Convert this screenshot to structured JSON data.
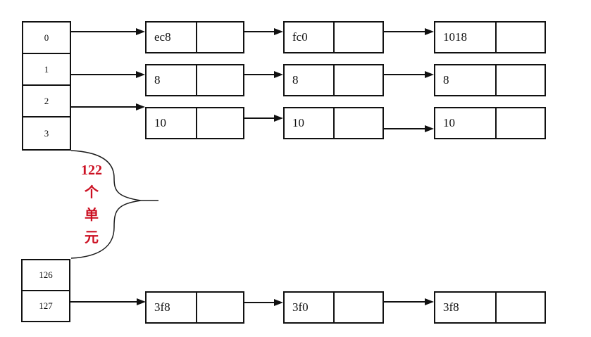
{
  "colors": {
    "background": "#ffffff",
    "line": "#111111",
    "annotation_red": "#cc1022"
  },
  "index_array_top": {
    "cells": [
      "0",
      "1",
      "2",
      "3"
    ]
  },
  "index_array_bottom": {
    "cells": [
      "126",
      "127"
    ]
  },
  "annotation": {
    "lines": [
      "122",
      "个",
      "单",
      "元"
    ]
  },
  "lists": [
    {
      "bin": "0",
      "nodes": [
        {
          "value": "ec8"
        },
        {
          "value": "fc0"
        },
        {
          "value": "1018"
        }
      ]
    },
    {
      "bin": "1",
      "nodes": [
        {
          "value": "8"
        },
        {
          "value": "8"
        },
        {
          "value": "8"
        }
      ]
    },
    {
      "bin": "2",
      "nodes": [
        {
          "value": "10"
        },
        {
          "value": "10"
        },
        {
          "value": "10"
        }
      ]
    },
    {
      "bin": "127",
      "nodes": [
        {
          "value": "3f8"
        },
        {
          "value": "3f0"
        },
        {
          "value": "3f8"
        }
      ]
    }
  ]
}
